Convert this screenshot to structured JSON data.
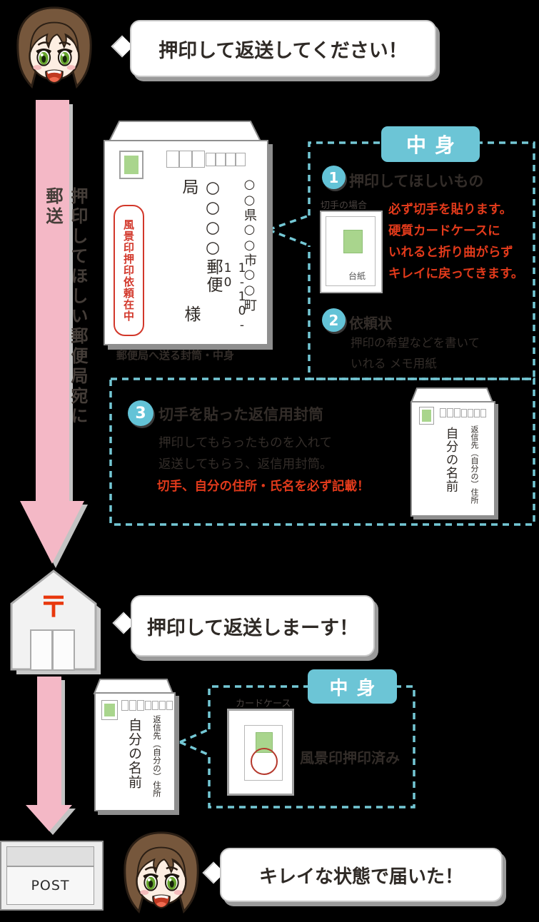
{
  "bubbles": {
    "request": "押印して返送してください！",
    "reply": "押印して返送しまーす！",
    "arrived": "キレイな状態で届いた！"
  },
  "send_arrow_label": "押印してほしい郵便局宛に郵送",
  "envelope_to_post_office": {
    "address_line": "○○県○○市○○町",
    "address_number": "1-10-10",
    "recipient": "○○○○郵便局",
    "honorific": "様",
    "enclosure_note": "風景印押印依頼在中",
    "caption": "郵便局へ送る封筒・中身"
  },
  "contents_box_1": {
    "label": "中身",
    "item1": {
      "number": "1",
      "title": "押印してほしいもの",
      "case_label": "切手の場合",
      "board_label": "台紙",
      "notes": [
        "必ず切手を貼ります。",
        "硬質カードケースに",
        "いれると折り曲がらず",
        "キレイに戻ってきます。"
      ]
    },
    "item2": {
      "number": "2",
      "title": "依頼状",
      "lines": [
        "押印の希望などを書いて",
        "いれる メモ用紙"
      ]
    },
    "item3": {
      "number": "3",
      "title": "切手を貼った返信用封筒",
      "lines": [
        "押印してもらったものを入れて",
        "返送してもらう、返信用封筒。"
      ],
      "warning": "切手、自分の住所・氏名を必ず記載！"
    }
  },
  "return_envelope": {
    "sender_label": "返信先（自分の）住所",
    "name_label": "自分の名前"
  },
  "post_office": {
    "symbol": "〒"
  },
  "contents_box_2": {
    "label": "中身",
    "case_label": "カードケース",
    "result_text": "風景印押印済み"
  },
  "post_box_label": "POST",
  "colors": {
    "teal": "#6cc5d6",
    "pink": "#f4b8c6",
    "red": "#e23a1b",
    "stamp_green": "#a9d58d"
  }
}
